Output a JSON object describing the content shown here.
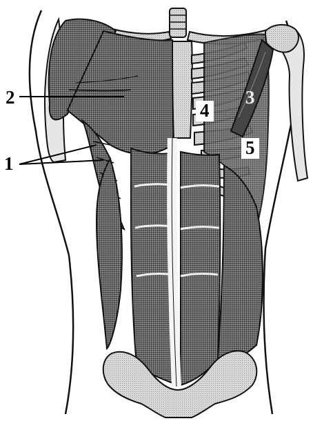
{
  "labels": {
    "one": "1",
    "two": "2",
    "three": "3",
    "four": "4",
    "five": "5"
  },
  "colors": {
    "outline": "#111111",
    "muscle_fill": "#5a5a5a",
    "bone_fill": "#d9d9d9",
    "highlight_muscle": "#3f3f3f",
    "background": "#ffffff"
  }
}
